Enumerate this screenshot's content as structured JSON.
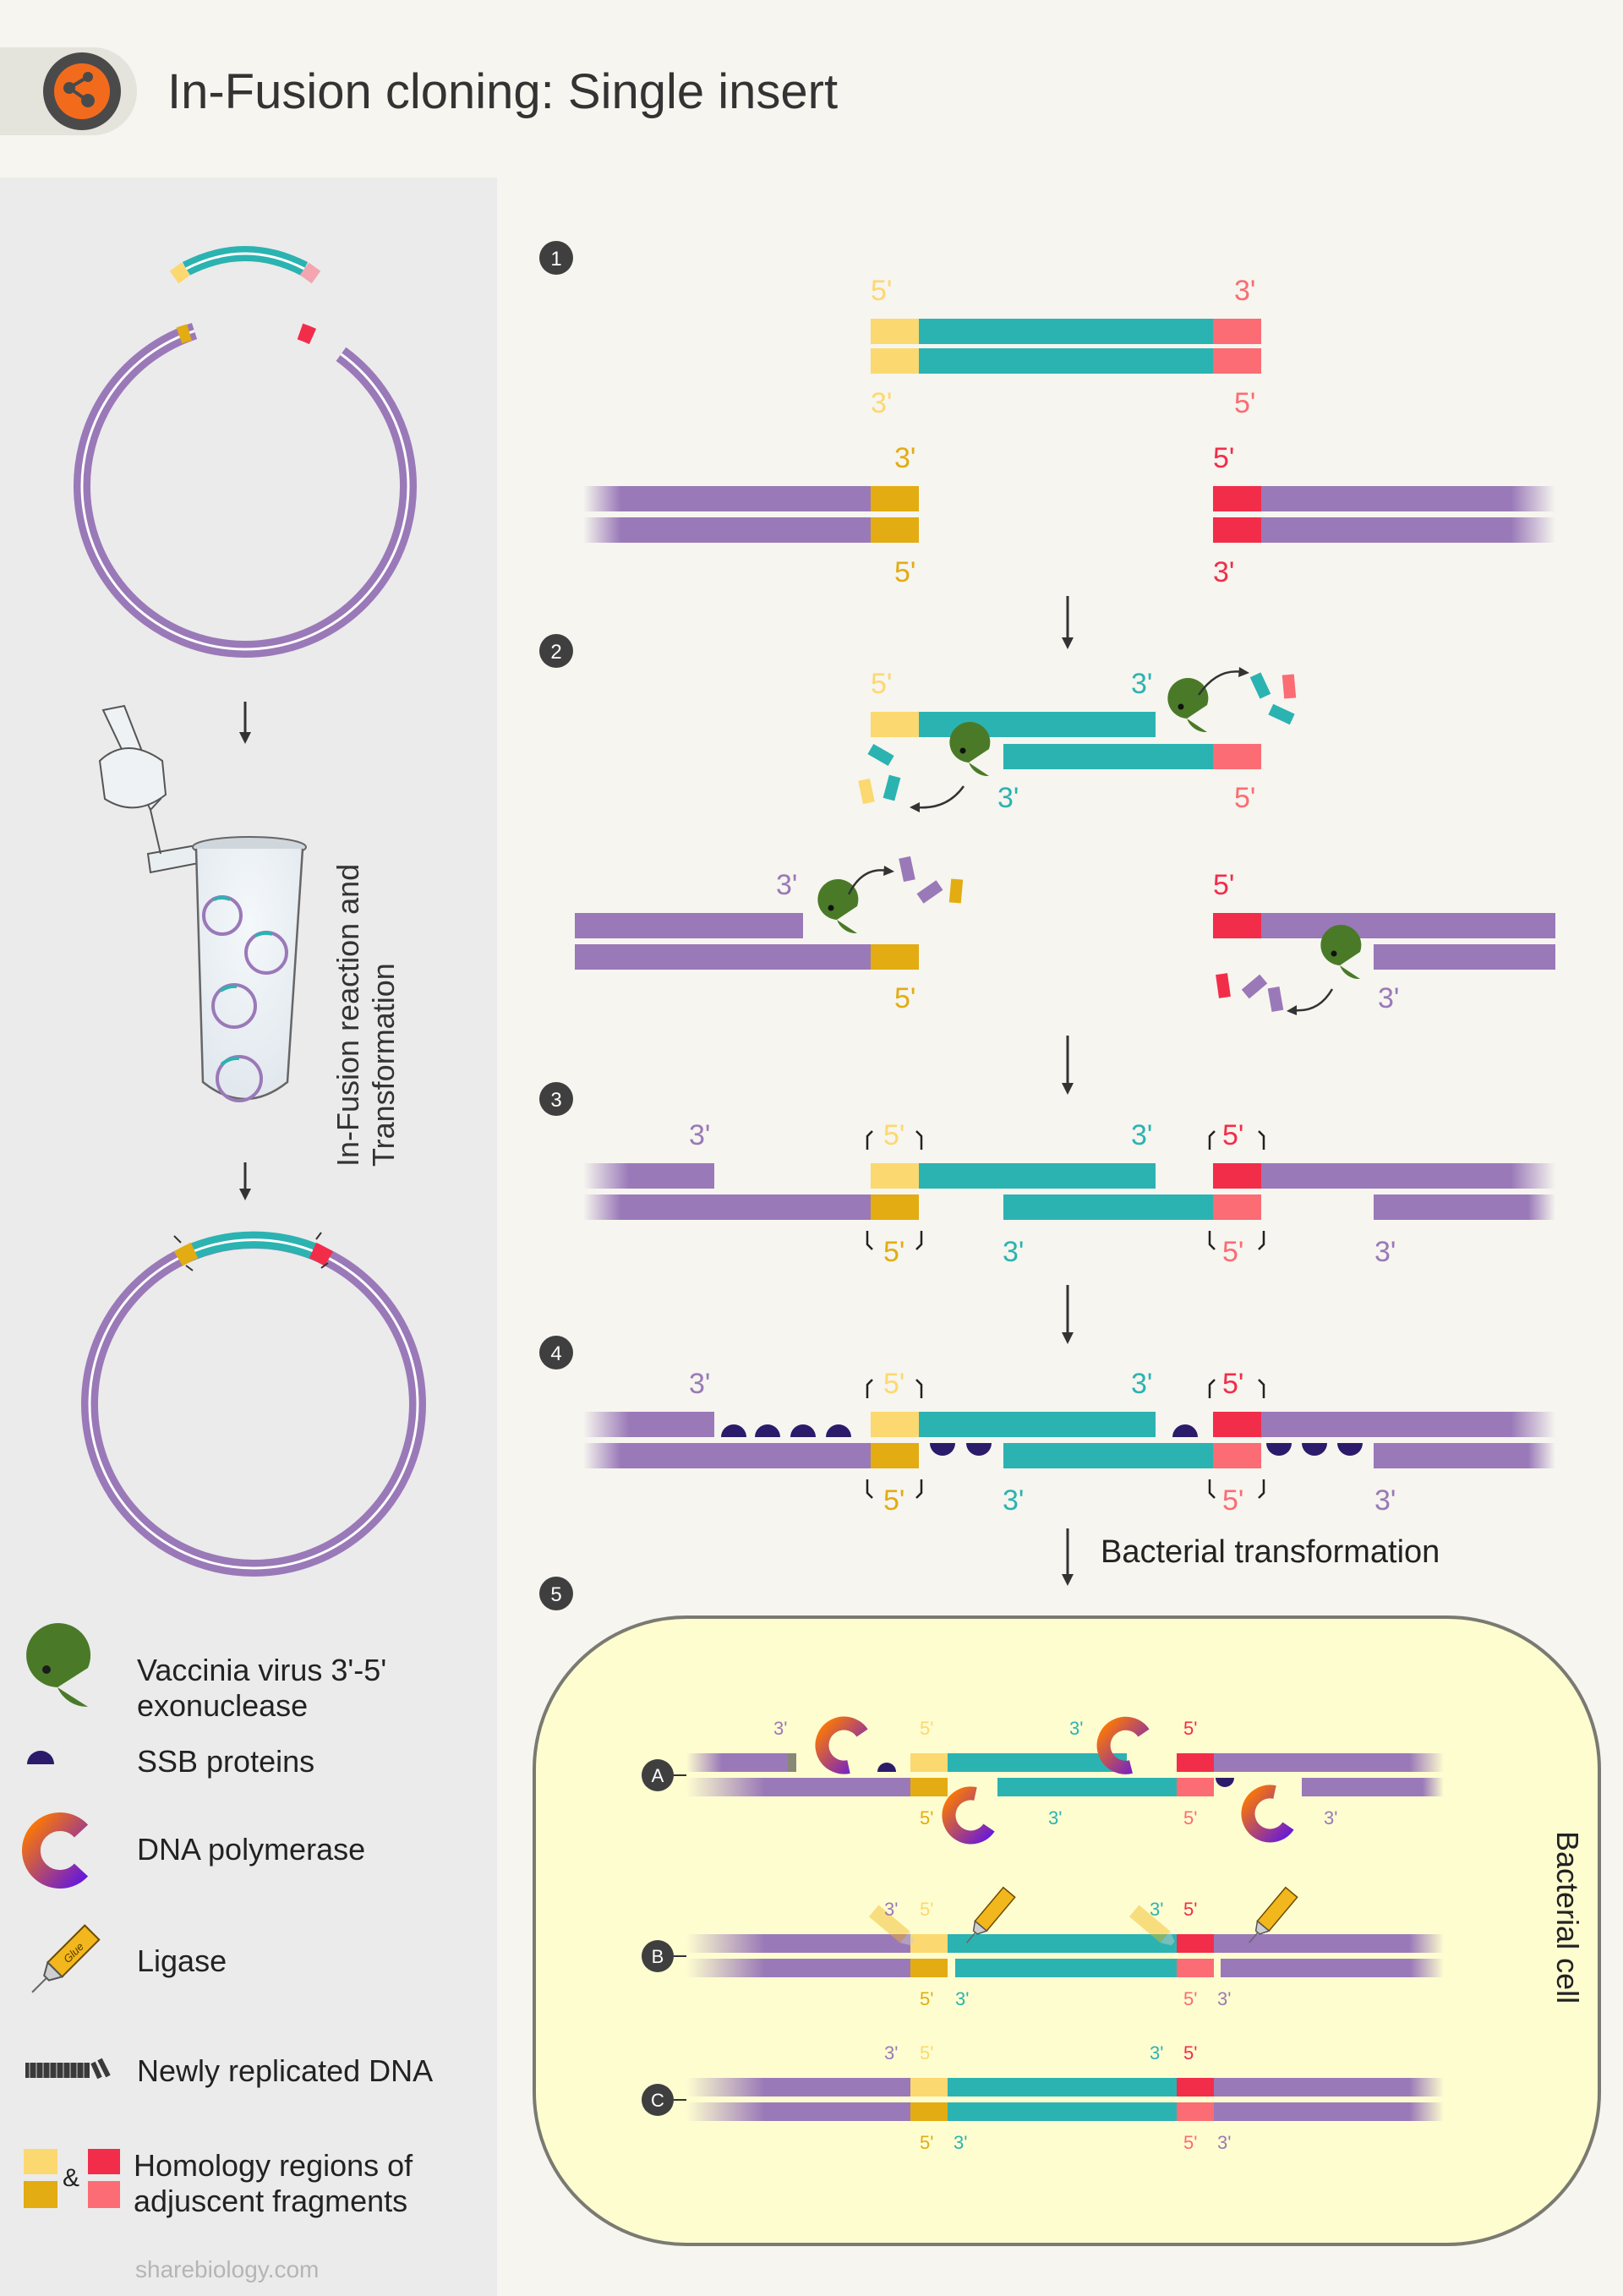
{
  "title": "In-Fusion cloning: Single insert",
  "logo_icon": "share-biology-logo-icon",
  "colors": {
    "purple": "#9a79b8",
    "teal": "#2bb3b1",
    "yellow_light": "#fcd870",
    "yellow_dark": "#e2ac12",
    "red_dark": "#f22d4a",
    "red_light": "#fb6c74",
    "exonuclease": "#4a7a28",
    "ssb": "#2c1b6b",
    "sidebar_bg": "#ebebeb",
    "cell_fill": "#fefdd0"
  },
  "side": {
    "vertical_label_line1": "In-Fusion reaction and",
    "vertical_label_line2": "Transformation"
  },
  "steps": {
    "s1": "1",
    "s2": "2",
    "s3": "3",
    "s4": "4",
    "s5": "5"
  },
  "ends": {
    "five": "5'",
    "three": "3'"
  },
  "transform_label": "Bacterial transformation",
  "cell_label": "Bacterial cell",
  "sub": {
    "a": "A",
    "b": "B",
    "c": "C"
  },
  "glue": "Glue",
  "amp": "&",
  "legend": {
    "exonuclease_line1": "Vaccinia virus 3'-5'",
    "exonuclease_line2": "exonuclease",
    "ssb": "SSB proteins",
    "polymerase": "DNA polymerase",
    "ligase": "Ligase",
    "newdna": "Newly replicated DNA",
    "homology_line1": "Homology regions of",
    "homology_line2": "adjuscent fragments"
  },
  "footer": "sharebiology.com"
}
